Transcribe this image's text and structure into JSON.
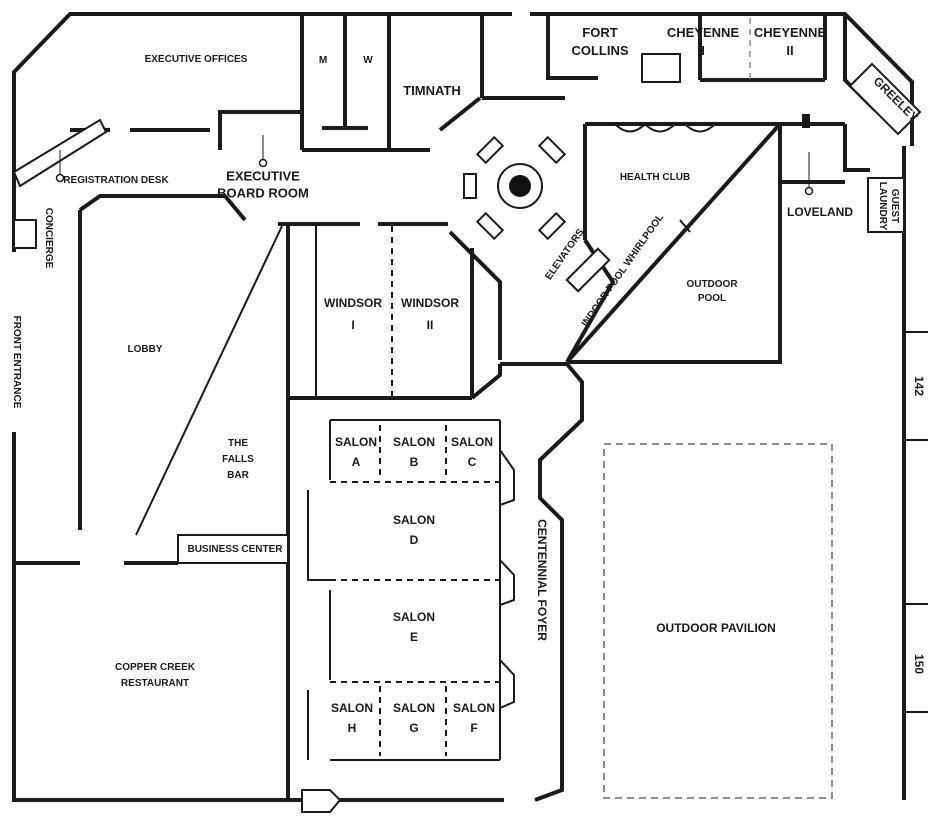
{
  "rooms": {
    "executive_offices": "EXECUTIVE OFFICES",
    "m": "M",
    "w": "W",
    "timnath": "TIMNATH",
    "fort_collins": [
      "FORT",
      "COLLINS"
    ],
    "cheyenne_1": [
      "CHEYENNE",
      "I"
    ],
    "cheyenne_2": [
      "CHEYENNE",
      "II"
    ],
    "greeley": "GREELEY",
    "registration_desk": "REGISTRATION DESK",
    "executive_board_room": [
      "EXECUTIVE",
      "BOARD ROOM"
    ],
    "health_club": "HEALTH CLUB",
    "loveland": "LOVELAND",
    "guest_laundry": [
      "GUEST",
      "LAUNDRY"
    ],
    "concierge": "CONCIERGE",
    "front_entrance": "FRONT ENTRANCE",
    "elevators": "ELEVATORS",
    "indoor_pool_whirlpool": "INDOOR POOL WHIRLPOOL",
    "outdoor_pool": [
      "OUTDOOR",
      "POOL"
    ],
    "windsor_1": [
      "WINDSOR",
      "I"
    ],
    "windsor_2": [
      "WINDSOR",
      "II"
    ],
    "lobby": "LOBBY",
    "falls_bar": [
      "THE",
      "FALLS",
      "BAR"
    ],
    "salon_a": [
      "SALON",
      "A"
    ],
    "salon_b": [
      "SALON",
      "B"
    ],
    "salon_c": [
      "SALON",
      "C"
    ],
    "salon_d": [
      "SALON",
      "D"
    ],
    "salon_e": [
      "SALON",
      "E"
    ],
    "salon_f": [
      "SALON",
      "F"
    ],
    "salon_g": [
      "SALON",
      "G"
    ],
    "salon_h": [
      "SALON",
      "H"
    ],
    "centennial_foyer": "CENTENNIAL FOYER",
    "business_center": "BUSINESS CENTER",
    "copper_creek_restaurant": [
      "COPPER CREEK",
      "RESTAURANT"
    ],
    "outdoor_pavilion": "OUTDOOR PAVILION"
  },
  "room_numbers": [
    "142",
    "150"
  ]
}
